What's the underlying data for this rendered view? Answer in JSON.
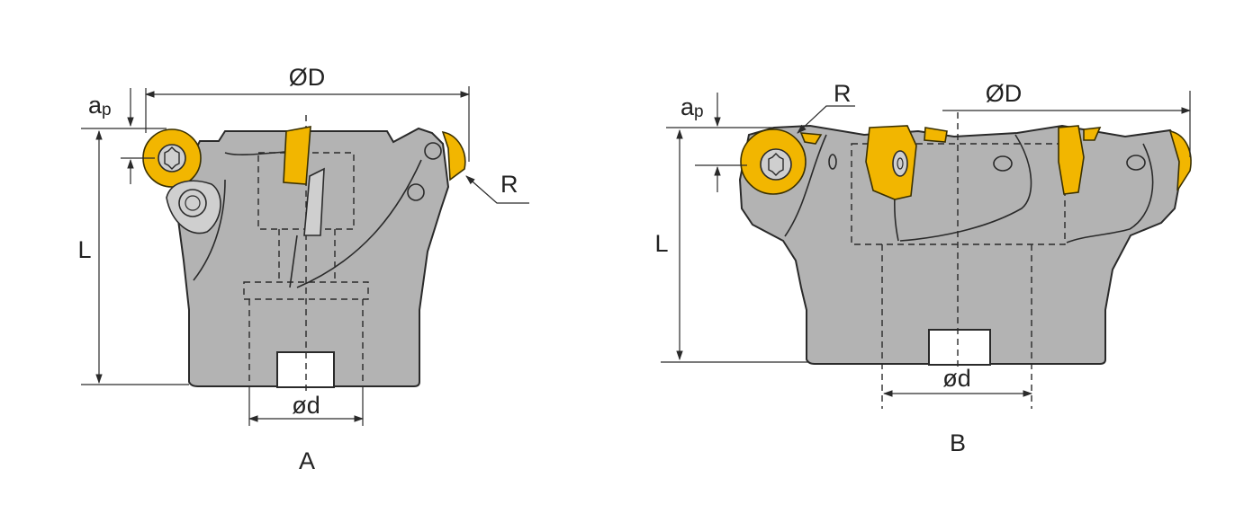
{
  "colors": {
    "body": "#b3b3b3",
    "insert": "#f2b600",
    "line": "#2a2a2a",
    "background": "#ffffff"
  },
  "figure_a": {
    "caption": "A",
    "diameter_label": "ØD",
    "bore_label": "ød",
    "length_label": "L",
    "depth_label_main": "a",
    "depth_label_sub": "p",
    "radius_label": "R"
  },
  "figure_b": {
    "caption": "B",
    "diameter_label": "ØD",
    "bore_label": "ød",
    "length_label": "L",
    "depth_label_main": "a",
    "depth_label_sub": "p",
    "radius_label": "R"
  }
}
